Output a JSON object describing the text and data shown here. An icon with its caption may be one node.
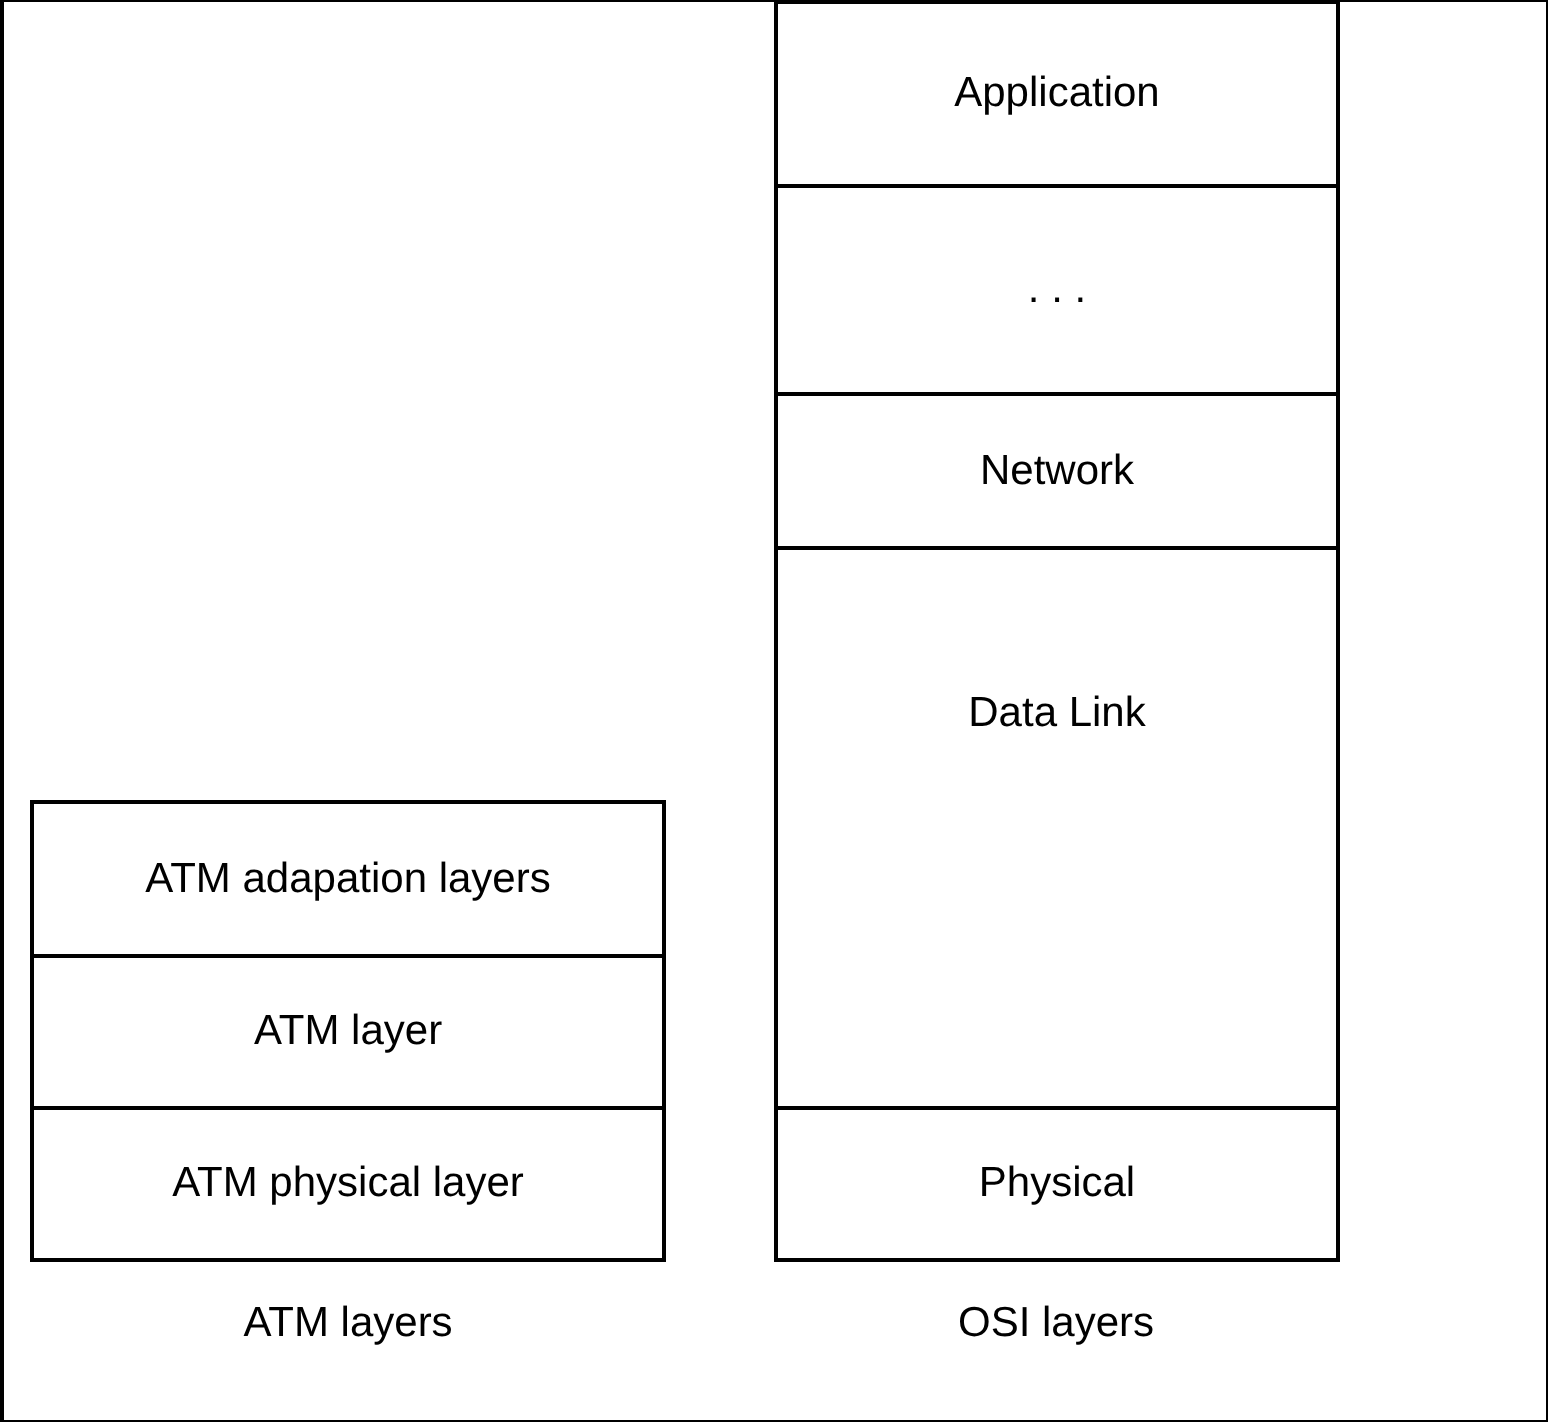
{
  "diagram": {
    "nodes": [
      {
        "text": [
          "ATM adapation layers"
        ]
      },
      {
        "text": [
          "ATM layer"
        ]
      },
      {
        "text": [
          "ATM physical layer"
        ]
      },
      {
        "text": [
          "Application"
        ]
      },
      {
        "text": [
          ". . ."
        ]
      },
      {
        "text": [
          "Network"
        ]
      },
      {
        "text": [
          "Data Link"
        ]
      },
      {
        "text": [
          "Physical"
        ]
      }
    ],
    "labels": [
      "ATM layers",
      "OSI layers"
    ]
  }
}
